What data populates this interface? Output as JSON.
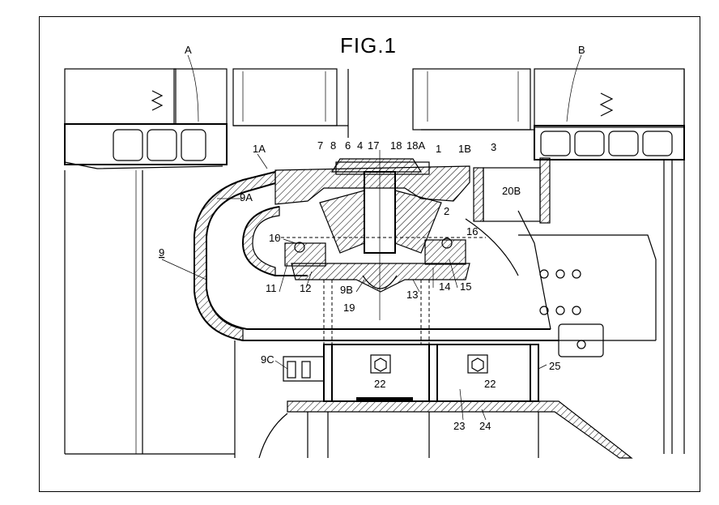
{
  "figure": {
    "title": "FIG.1",
    "section_labels": {
      "a": "A",
      "b": "B"
    },
    "labels": {
      "l1A": "1A",
      "l7": "7",
      "l8": "8",
      "l6": "6",
      "l4": "4",
      "l17": "17",
      "l18": "18",
      "l18A": "18A",
      "l1": "1",
      "l1B": "1B",
      "l3": "3",
      "l9A": "9A",
      "l20B": "20B",
      "l2": "2",
      "l9": "9",
      "l10": "10",
      "l16": "16",
      "l11": "11",
      "l12": "12",
      "l9B": "9B",
      "l13": "13",
      "l14": "14",
      "l15": "15",
      "l19": "19",
      "l9C": "9C",
      "l22a": "22",
      "l22b": "22",
      "l25": "25",
      "l23": "23",
      "l24": "24"
    }
  }
}
